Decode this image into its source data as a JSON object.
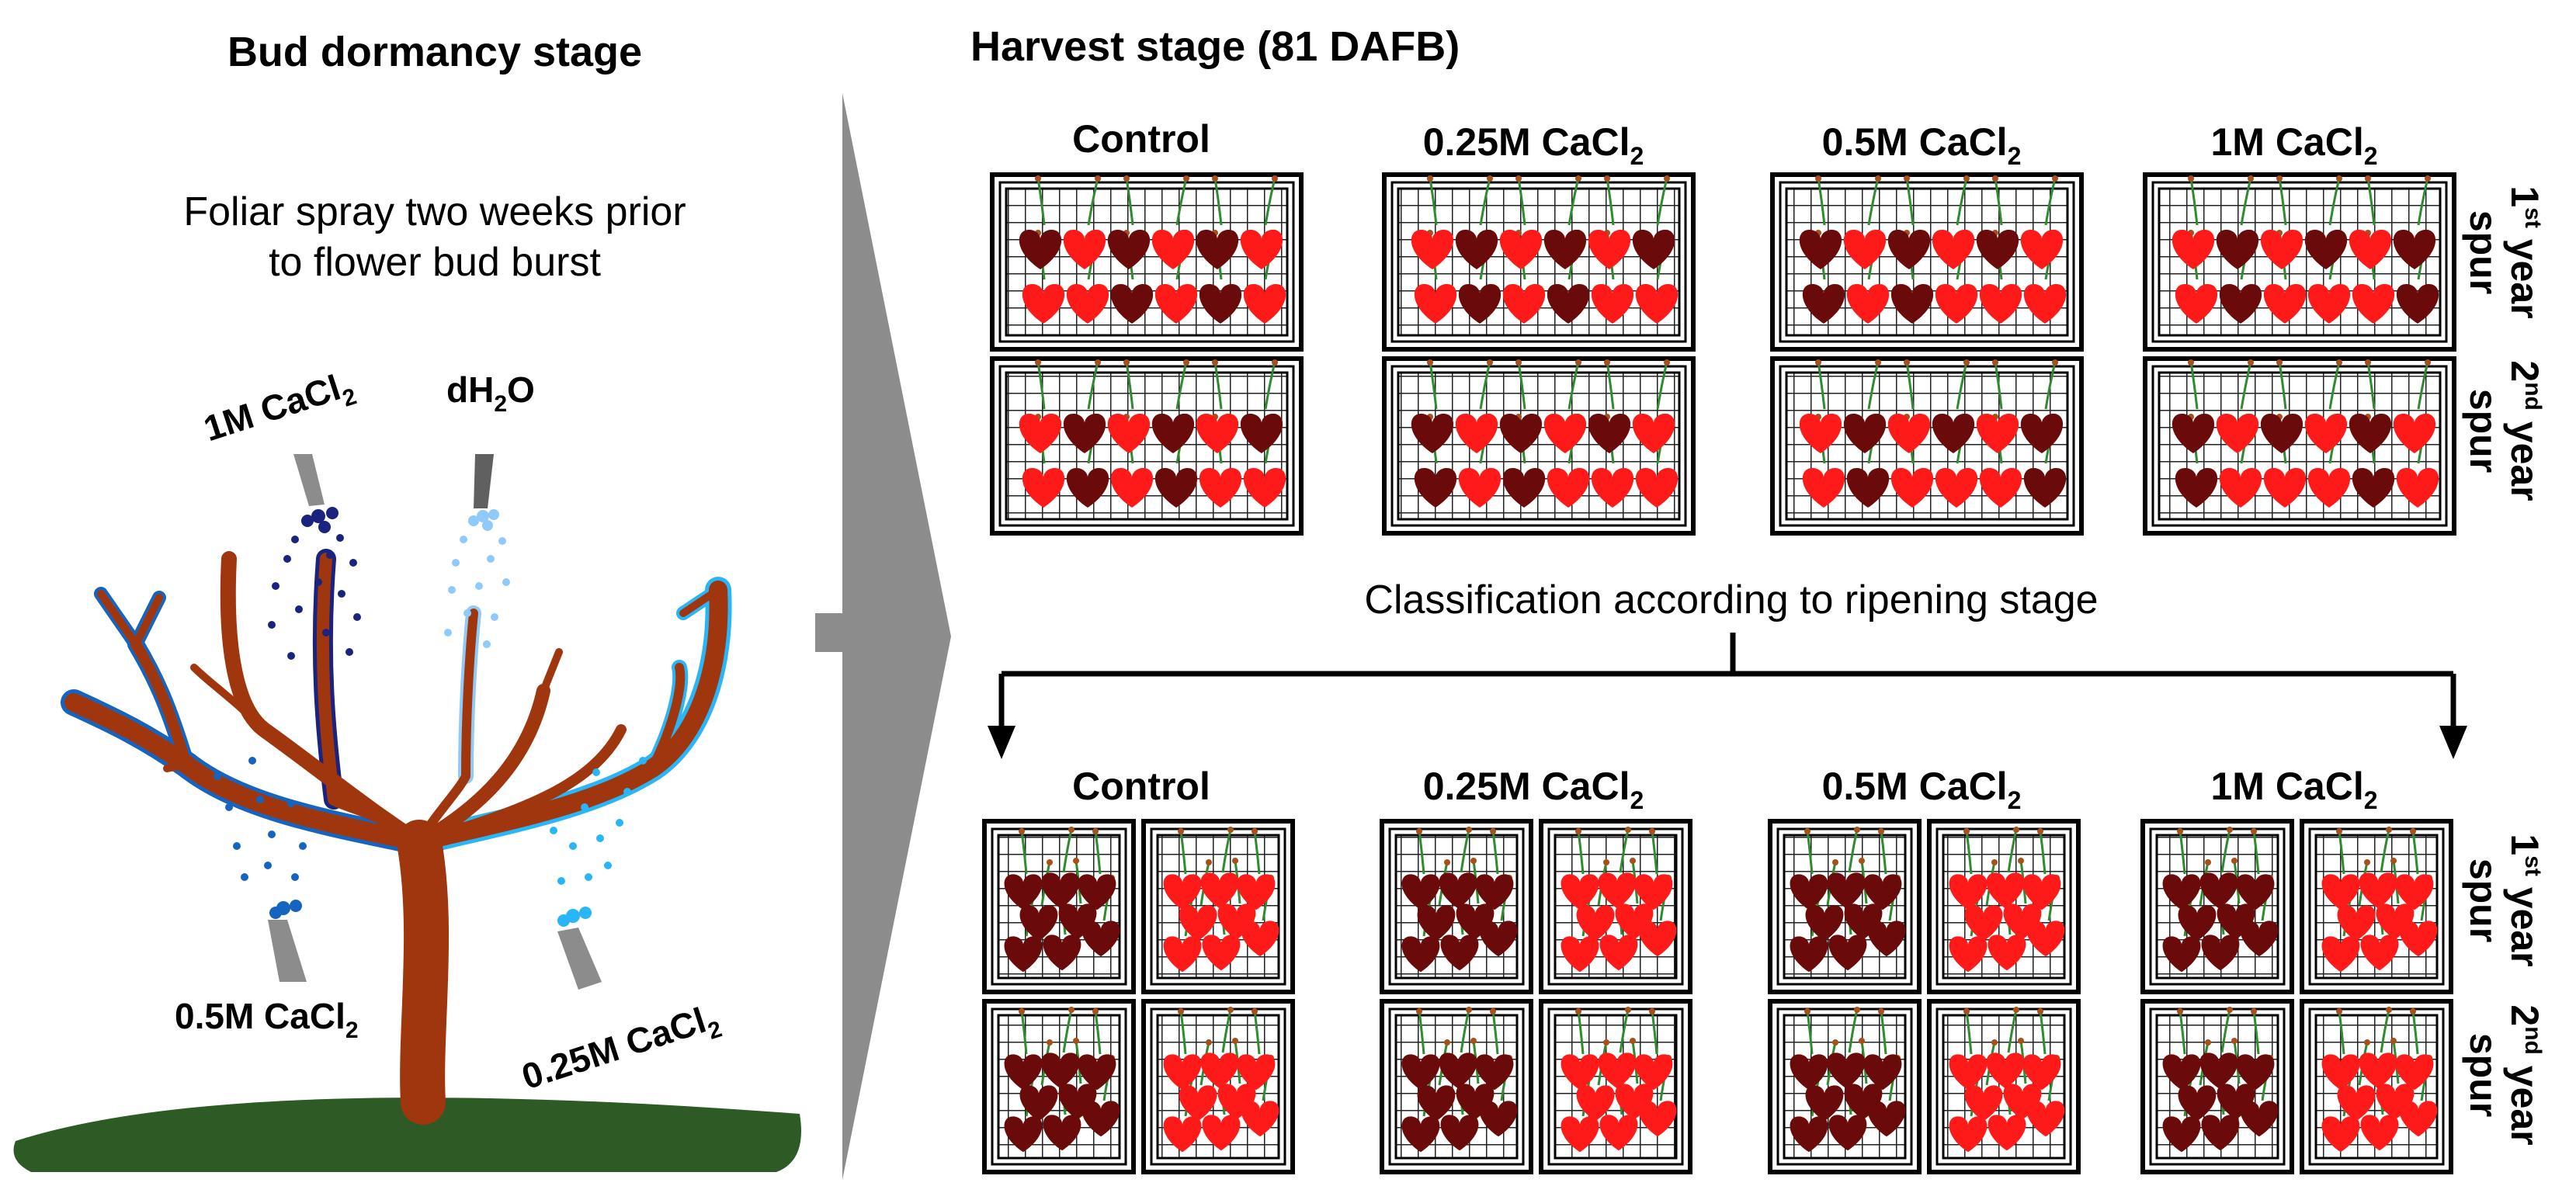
{
  "left_panel": {
    "title": "Bud dormancy stage",
    "instruction_line1": "Foliar spray two weeks prior",
    "instruction_line2": "to flower bud burst",
    "sprays": [
      {
        "label_main": "1M CaCl",
        "label_sub": "2",
        "color": "#1a237e"
      },
      {
        "label_main": "dH",
        "label_sub": "2",
        "label_tail": "O",
        "color": "#90caf9"
      },
      {
        "label_main": "0.5M CaCl",
        "label_sub": "2",
        "color": "#1565c0"
      },
      {
        "label_main": "0.25M CaCl",
        "label_sub": "2",
        "color": "#29b6f6"
      }
    ],
    "branch_color": "#a0360d",
    "ground_color": "#2e5a25"
  },
  "right_panel": {
    "title": "Harvest stage (81 DAFB)",
    "treatments": [
      {
        "main": "Control",
        "sub": ""
      },
      {
        "main": "0.25M CaCl",
        "sub": "2"
      },
      {
        "main": "0.5M CaCl",
        "sub": "2"
      },
      {
        "main": "1M CaCl",
        "sub": "2"
      }
    ],
    "rows": [
      {
        "line1_main": "1",
        "line1_sup": "st",
        "line1_tail": " year",
        "line2": "spur"
      },
      {
        "line1_main": "2",
        "line1_sup": "nd",
        "line1_tail": " year",
        "line2": "spur"
      }
    ],
    "classification": "Classification according to ripening stage"
  },
  "colors": {
    "dark_cherry": "#6b0a0a",
    "red_cherry": "#ff1a1a",
    "stem": "#2e8b2e",
    "arrow_gray": "#8c8c8c"
  }
}
